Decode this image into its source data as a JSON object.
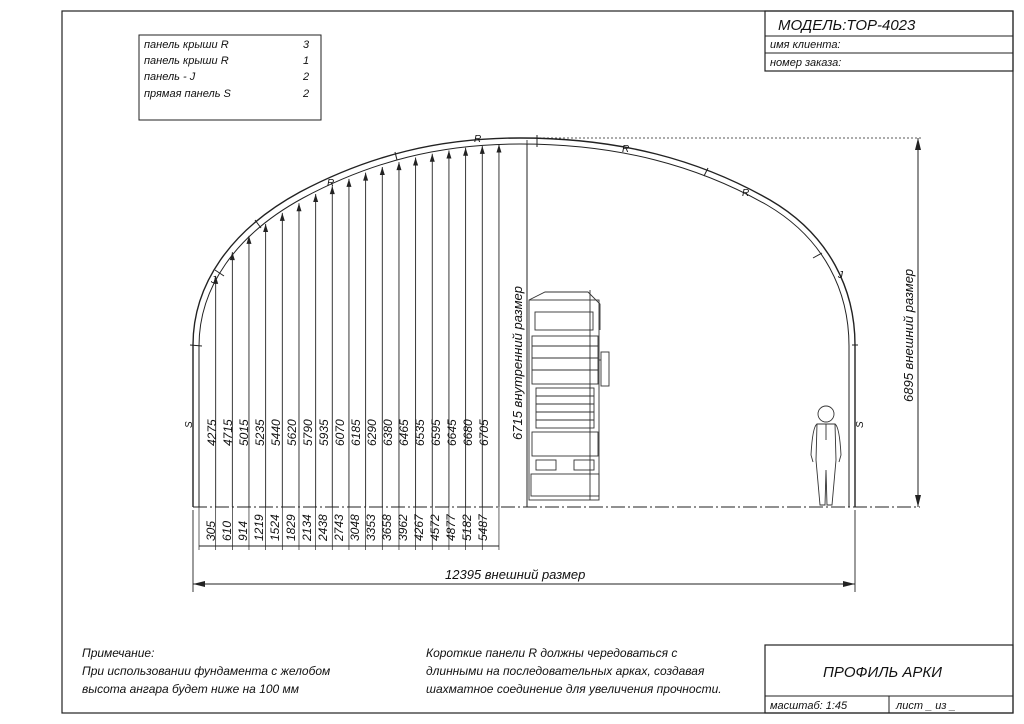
{
  "title_block": {
    "model": "МОДЕЛЬ:TOP-4023",
    "client_label": "имя клиента:",
    "order_label": "номер заказа:"
  },
  "parts_list": [
    {
      "name": "панель крыши R",
      "qty": "3"
    },
    {
      "name": "панель крыши R",
      "qty": "1"
    },
    {
      "name": "панель - J",
      "qty": "2"
    },
    {
      "name": "прямая панель S",
      "qty": "2"
    }
  ],
  "arch": {
    "panel_labels": [
      "S",
      "J",
      "R",
      "R",
      "R",
      "R",
      "J",
      "S"
    ]
  },
  "dimensions": {
    "heights": [
      "4275",
      "4715",
      "5015",
      "5235",
      "5440",
      "5620",
      "5790",
      "5935",
      "6070",
      "6185",
      "6290",
      "6380",
      "6465",
      "6535",
      "6595",
      "6645",
      "6680",
      "6705"
    ],
    "offsets": [
      "305",
      "610",
      "914",
      "1219",
      "1524",
      "1829",
      "2134",
      "2438",
      "2743",
      "3048",
      "3353",
      "3658",
      "3962",
      "4267",
      "4572",
      "4877",
      "5182",
      "5487"
    ],
    "width_label": "12395 внешний размер",
    "outer_height_label": "6895 внешний размер",
    "inner_height_label": "6715 внутренний размер"
  },
  "notes": {
    "heading": "Примечание:",
    "line1": "При использовании фундамента с желобом",
    "line2": "высота ангара будет ниже на 100 мм",
    "r_line1": "Короткие панели R должны чередоваться с",
    "r_line2": "длинными на последовательных арках, создавая",
    "r_line3": "шахматное соединение для увеличения прочности."
  },
  "stamp": {
    "title": "ПРОФИЛЬ АРКИ",
    "scale": "масштаб: 1:45",
    "sheet": "лист _ из _"
  }
}
